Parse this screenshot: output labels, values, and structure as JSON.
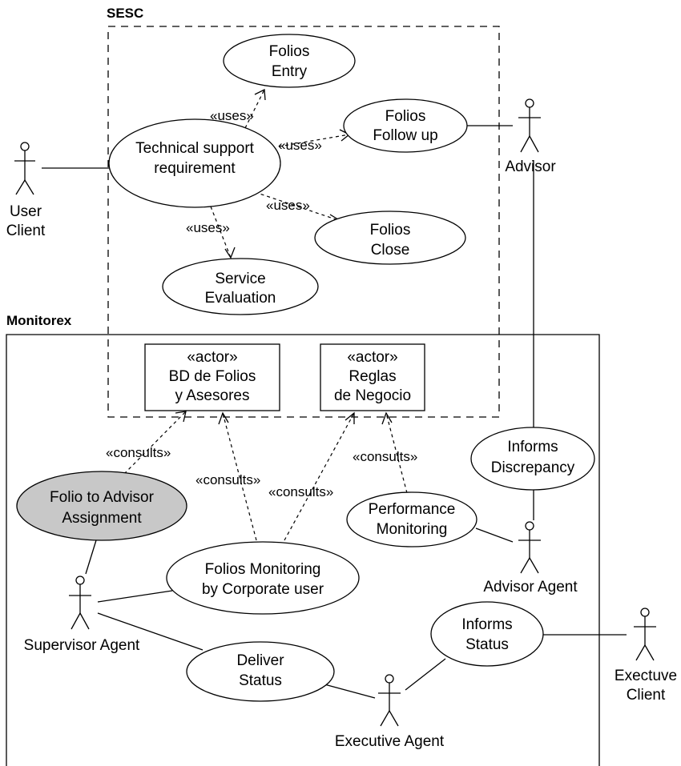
{
  "packages": {
    "sesc": "SESC",
    "monitorex": "Monitorex"
  },
  "actors": {
    "user_client": [
      "User",
      "Client"
    ],
    "advisor": "Advisor",
    "advisor_agent": "Advisor Agent",
    "supervisor_agent": "Supervisor Agent",
    "executive_agent": "Executive Agent",
    "executive_client": [
      "Exectuve",
      "Client"
    ]
  },
  "use_cases": {
    "folios_entry": [
      "Folios",
      "Entry"
    ],
    "folios_follow_up": [
      "Folios",
      "Follow up"
    ],
    "technical_support": [
      "Technical support",
      "requirement"
    ],
    "folios_close": [
      "Folios",
      "Close"
    ],
    "service_evaluation": [
      "Service",
      "Evaluation"
    ],
    "informs_discrepancy": [
      "Informs",
      "Discrepancy"
    ],
    "folio_to_advisor": [
      "Folio to Advisor",
      "Assignment"
    ],
    "performance_monitoring": [
      "Performance",
      "Monitoring"
    ],
    "folios_monitoring": [
      "Folios Monitoring",
      "by Corporate user"
    ],
    "informs_status": [
      "Informs",
      "Status"
    ],
    "deliver_status": [
      "Deliver",
      "Status"
    ]
  },
  "actor_boxes": {
    "bd_folios": [
      "«actor»",
      "BD de Folios",
      "y Asesores"
    ],
    "reglas": [
      "«actor»",
      "Reglas",
      "de Negocio"
    ]
  },
  "relations": {
    "uses_entry": "«uses»",
    "uses_follow": "«uses»",
    "uses_close": "«uses»",
    "uses_eval": "«uses»",
    "consults_assign": "«consults»",
    "consults_mon_bd": "«consults»",
    "consults_mon_reglas": "«consults»",
    "consults_perf": "«consults»"
  },
  "colors": {
    "highlighted_use_case_fill": "#c8c8c8",
    "stroke": "#000000",
    "background": "#ffffff"
  }
}
